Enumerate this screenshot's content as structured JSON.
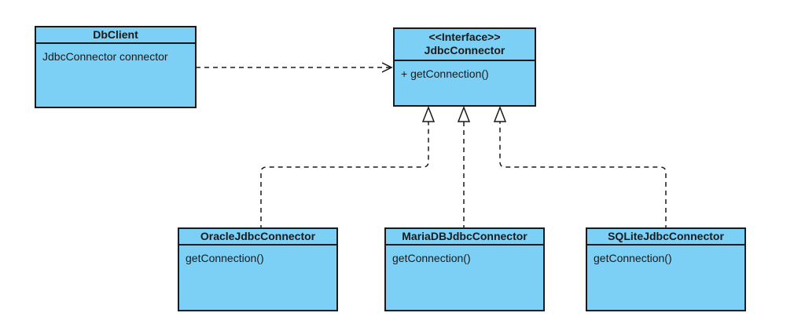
{
  "diagram": {
    "client": {
      "name": "DbClient",
      "field": "JdbcConnector connector"
    },
    "interface": {
      "stereotype": "<<Interface>>",
      "name": "JdbcConnector",
      "method": "+ getConnection()"
    },
    "implementations": [
      {
        "name": "OracleJdbcConnector",
        "method": "getConnection()"
      },
      {
        "name": "MariaDBJdbcConnector",
        "method": "getConnection()"
      },
      {
        "name": "SQLiteJdbcConnector",
        "method": "getConnection()"
      }
    ],
    "colors": {
      "class_fill": "#7ccff5",
      "border": "#1a1a1a",
      "line": "#1a1a1a"
    }
  }
}
